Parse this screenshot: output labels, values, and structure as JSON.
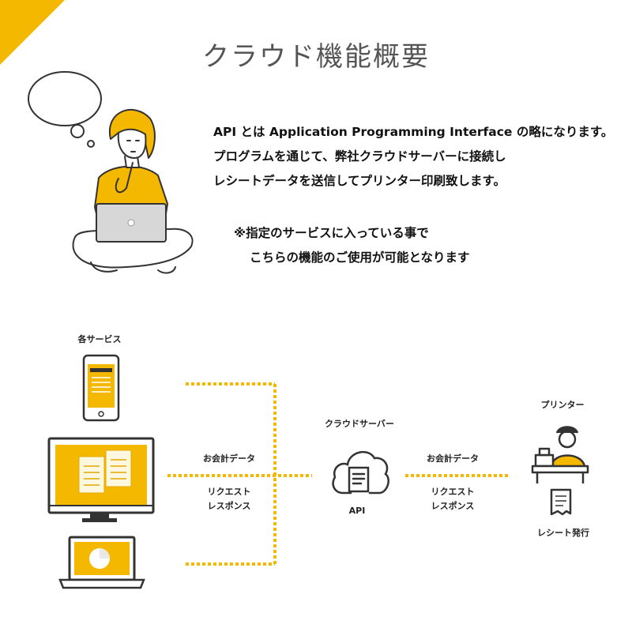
{
  "title": "クラウド機能概要",
  "intro": {
    "line1": "API とは Application Programming Interface の略になります。",
    "line2": "プログラムを通じて、弊社クラウドサーバーに接続し",
    "line3": "レシートデータを送信してプリンター印刷致します。"
  },
  "note": {
    "line1": "※指定のサービスに入っている事で",
    "line2": "こちらの機能のご使用が可能となります"
  },
  "diagram": {
    "services_label": "各サービス",
    "left_data_label": "お会計データ",
    "left_request_label": "リクエスト",
    "left_response_label": "レスポンス",
    "cloud_label": "クラウドサーバー",
    "api_label": "API",
    "right_data_label": "お会計データ",
    "right_request_label": "リクエスト",
    "right_response_label": "レスポンス",
    "printer_label": "プリンター",
    "receipt_label": "レシート発行"
  },
  "colors": {
    "accent": "#f5b800",
    "line": "#333333"
  }
}
